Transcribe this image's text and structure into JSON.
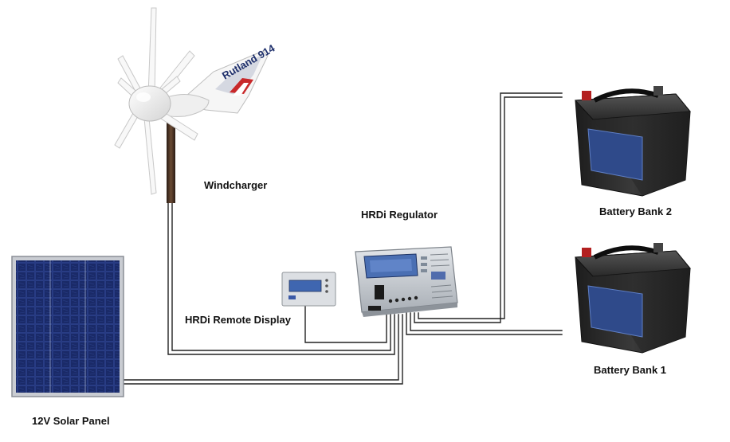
{
  "labels": {
    "windcharger": "Windcharger",
    "regulator": "HRDi Regulator",
    "remote_display": "HRDi Remote Display",
    "battery_bank_2": "Battery Bank 2",
    "battery_bank_1": "Battery Bank 1",
    "solar_panel": "12V Solar Panel"
  },
  "turbine_brand": "Rutland 914",
  "colors": {
    "wire": "#333333",
    "panel_blue": "#1c2d6e",
    "battery_body": "#2b2b2b",
    "regulator_body": "#c9ced4",
    "lcd": "#4a6fb3",
    "turbine_white": "#f4f4f4",
    "turbine_red": "#c8282a",
    "turbine_navy": "#1e2f6b"
  }
}
